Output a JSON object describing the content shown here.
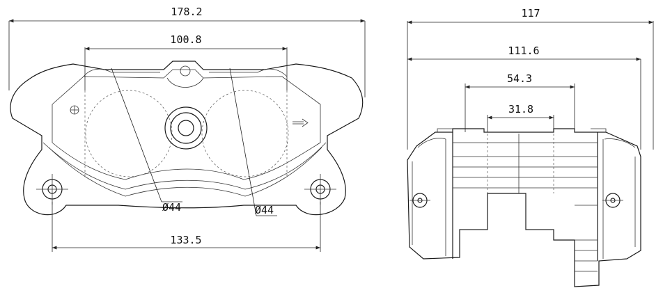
{
  "front_view": {
    "dims": {
      "overall_width": "178.2",
      "piston_span": "100.8",
      "mount_span": "133.5",
      "piston_dia_left": "Ø44",
      "piston_dia_right": "Ø44"
    },
    "direction_icon": "arrow-right-icon"
  },
  "side_view": {
    "dims": {
      "overall_width": "117",
      "body_width": "111.6",
      "bridge_width": "54.3",
      "inner_width": "31.8"
    }
  }
}
